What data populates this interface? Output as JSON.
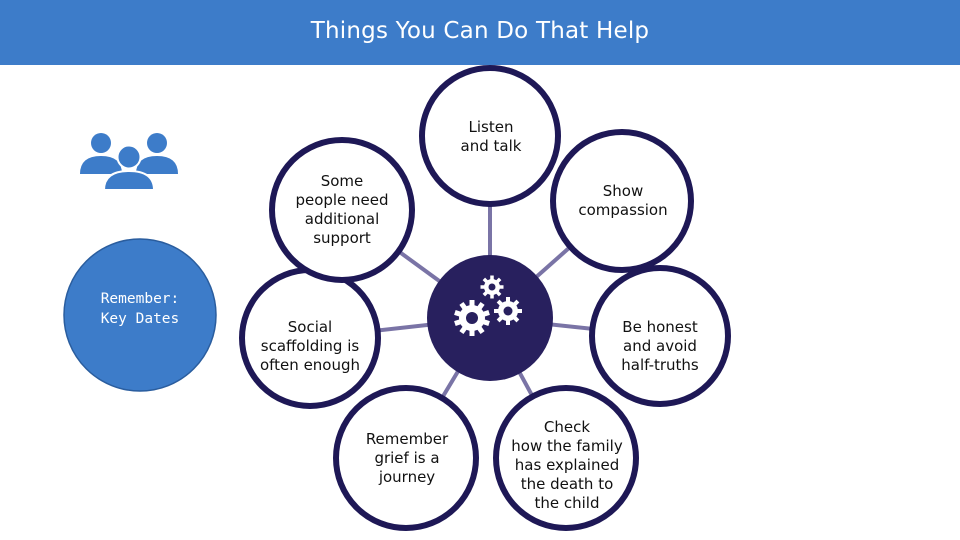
{
  "header": {
    "title": "Things You Can Do That Help"
  },
  "icons": {
    "people": "people-group-icon",
    "gears": "gears-icon"
  },
  "colors": {
    "header": "#3d7cc9",
    "ring": "#1e1856",
    "spoke": "#7a74a6",
    "center": "#28205e",
    "side_circle": "#3d7cc9",
    "people": "#3d7cc9"
  },
  "side_note": {
    "text": "Remember:\nKey Dates"
  },
  "nodes": [
    {
      "id": "listen",
      "text": "Listen\nand talk"
    },
    {
      "id": "compassion",
      "text": "Show\ncompassion"
    },
    {
      "id": "honest",
      "text": "Be honest\nand avoid\nhalf-truths"
    },
    {
      "id": "check",
      "text": "Check\nhow the family\nhas explained\nthe death to\nthe child"
    },
    {
      "id": "grief",
      "text": "Remember\ngrief is a\njourney"
    },
    {
      "id": "social",
      "text": "Social\nscaffolding is\noften enough"
    },
    {
      "id": "support",
      "text": "Some\npeople need\nadditional\nsupport"
    }
  ]
}
